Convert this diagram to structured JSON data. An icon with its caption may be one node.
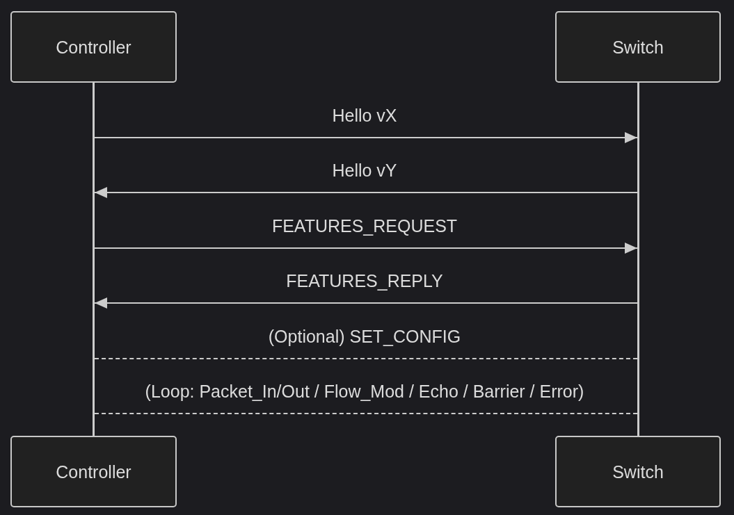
{
  "diagram": {
    "nodes": [
      {
        "text": [
          "Controller"
        ]
      },
      {
        "text": [
          "Switch"
        ]
      },
      {
        "text": [],
        "shape": "bar"
      },
      {
        "text": [],
        "shape": "bar"
      },
      {
        "text": [
          "Controller"
        ]
      },
      {
        "text": [
          "Switch"
        ]
      }
    ],
    "edges": [
      {
        "from": 2,
        "to": 3,
        "arrow": "to",
        "label": "Hello vX"
      },
      {
        "from": 3,
        "to": 2,
        "arrow": "to",
        "label": "Hello vY"
      },
      {
        "from": 2,
        "to": 3,
        "arrow": "to",
        "label": "FEATURES_REQUEST"
      },
      {
        "from": 3,
        "to": 2,
        "arrow": "to",
        "label": "FEATURES_REPLY"
      },
      {
        "from": 2,
        "to": 3,
        "arrow": "none",
        "label": "(Optional) SET_CONFIG",
        "style": "dashed"
      },
      {
        "from": 2,
        "to": 3,
        "arrow": "none",
        "label": "(Loop: Packet_In/Out / Flow_Mod / Echo / Barrier / Error)",
        "style": "dashed"
      }
    ]
  }
}
